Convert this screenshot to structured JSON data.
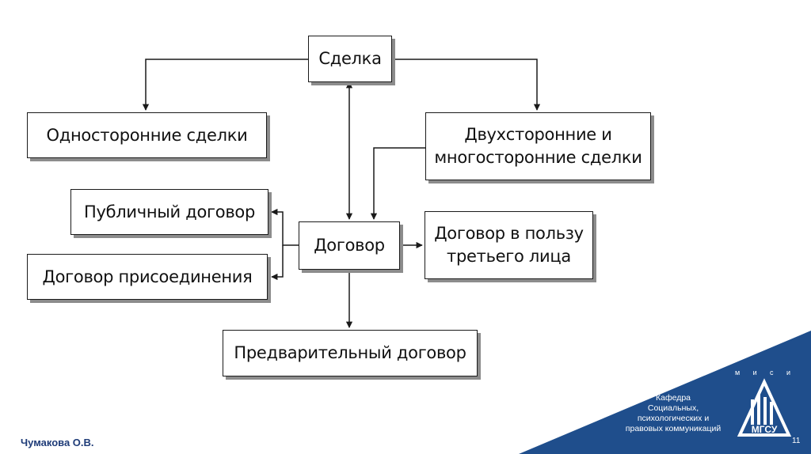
{
  "diagram": {
    "nodes": {
      "sdelka": "Сделка",
      "odnostoronnie": "Односторонние сделки",
      "dvustoronnie": "Двухсторонние и\nмногосторонние сделки",
      "publichny": "Публичный договор",
      "prisoedinenie": "Договор присоединения",
      "dogovor": "Договор",
      "tretie_lico": "Договор в пользу\nтретьего лица",
      "predvaritelny": "Предварительный договор"
    }
  },
  "footer": {
    "author": "Чумакова О.В.",
    "department": "Кафедра\nСоциальных,\nпсихологических и\nправовых коммуникаций",
    "page_number": "11",
    "logo": {
      "letters": [
        "м",
        "и",
        "с",
        "и"
      ],
      "name": "МГСУ"
    }
  },
  "colors": {
    "corner": "#1f4e8c",
    "line": "#1a1a1a",
    "shadow": "#8c8c8c",
    "author": "#1f3c78"
  }
}
